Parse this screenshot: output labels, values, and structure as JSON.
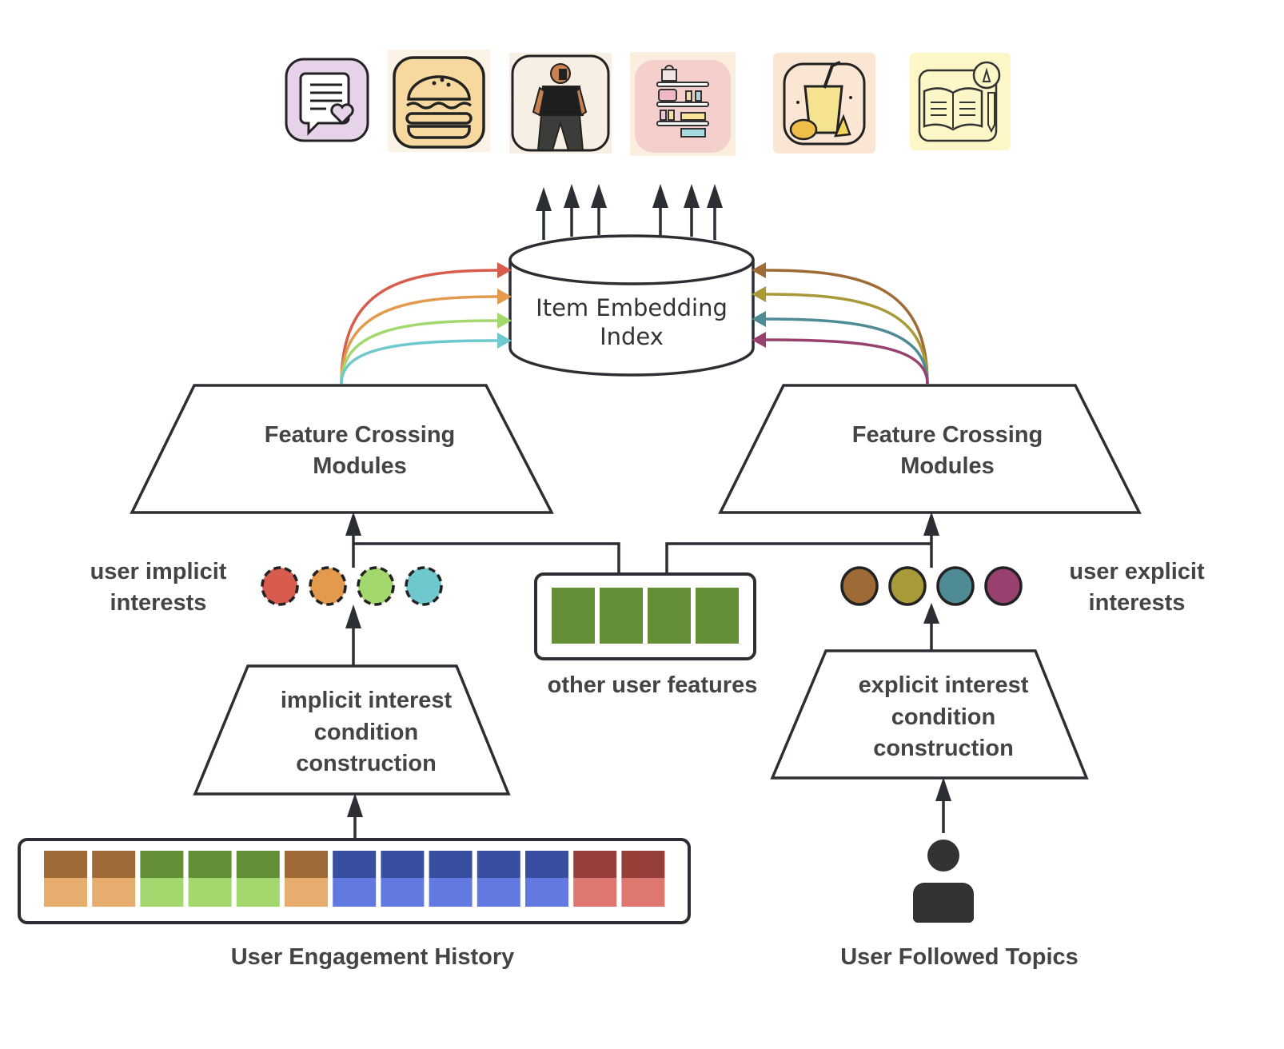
{
  "top_icons": [
    {
      "name": "chat-heart-icon",
      "bg": "#e6d3ea",
      "frame": "#f5eef7"
    },
    {
      "name": "burger-icon",
      "bg": "#f7d9a0",
      "frame": "#fbf3e6"
    },
    {
      "name": "selfie-person-icon",
      "bg": "#f8efe4",
      "frame": "#f7eee4"
    },
    {
      "name": "shopping-shelf-icon",
      "bg": "#f5cfcb",
      "frame": "#fbeede"
    },
    {
      "name": "mango-smoothie-icon",
      "bg": "#fbe6d3",
      "frame": "#fbe6d3"
    },
    {
      "name": "book-prayer-icon",
      "bg": "#fdf6c6",
      "frame": "#fdf6c6"
    }
  ],
  "index": {
    "line1": "Item Embedding",
    "line2": "Index"
  },
  "left_module": {
    "line1": "Feature Crossing",
    "line2": "Modules"
  },
  "right_module": {
    "line1": "Feature Crossing",
    "line2": "Modules"
  },
  "implicit": {
    "label_line1": "user implicit",
    "label_line2": "interests",
    "colors": [
      "#d85c4e",
      "#e39a4c",
      "#a3d86e",
      "#6ec8cd"
    ],
    "construction": [
      "implicit interest",
      "condition",
      "construction"
    ]
  },
  "explicit": {
    "label_line1": "user explicit",
    "label_line2": "interests",
    "colors": [
      "#9e6a35",
      "#a89a38",
      "#4e8b94",
      "#98416f"
    ],
    "construction": [
      "explicit interest",
      "condition",
      "construction"
    ]
  },
  "other_features": {
    "label": "other user features",
    "color": "#648f37",
    "count": 4
  },
  "engagement_history": {
    "label": "User Engagement History",
    "cells": [
      {
        "top": "#9e6a35",
        "bottom": "#e6ad6e"
      },
      {
        "top": "#9e6a35",
        "bottom": "#e6ad6e"
      },
      {
        "top": "#648f37",
        "bottom": "#a3d86e"
      },
      {
        "top": "#648f37",
        "bottom": "#a3d86e"
      },
      {
        "top": "#648f37",
        "bottom": "#a3d86e"
      },
      {
        "top": "#9e6a35",
        "bottom": "#e6ad6e"
      },
      {
        "top": "#384ea0",
        "bottom": "#6279e2"
      },
      {
        "top": "#384ea0",
        "bottom": "#6279e2"
      },
      {
        "top": "#384ea0",
        "bottom": "#6279e2"
      },
      {
        "top": "#384ea0",
        "bottom": "#6279e2"
      },
      {
        "top": "#384ea0",
        "bottom": "#6279e2"
      },
      {
        "top": "#963f39",
        "bottom": "#dd776f"
      },
      {
        "top": "#963f39",
        "bottom": "#dd776f"
      }
    ]
  },
  "followed_topics": {
    "label": "User Followed Topics"
  },
  "colors": {
    "line": "#2b2f33",
    "text": "#444444"
  }
}
